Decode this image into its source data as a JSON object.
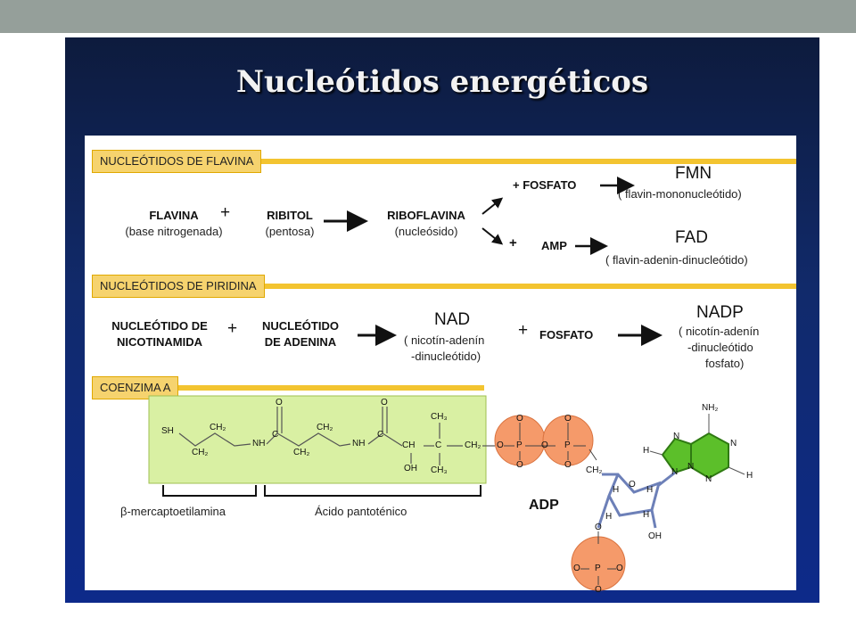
{
  "slide": {
    "title": "Nucleótidos energéticos"
  },
  "flavina": {
    "header": "NUCLEÓTIDOS DE FLAVINA",
    "flavina": "FLAVINA",
    "flavina_sub": "(base nitrogenada)",
    "plus": "+",
    "ribitol": "RIBITOL",
    "ribitol_sub": "(pentosa)",
    "riboflavina": "RIBOFLAVINA",
    "riboflavina_sub": "(nucleósido)",
    "plus_fosfato": "+ FOSFATO",
    "fmn": "FMN",
    "fmn_sub": "( flavin-mononucleótido)",
    "plus2": "+",
    "amp": "AMP",
    "fad": "FAD",
    "fad_sub": "( flavin-adenin-dinucleótido)"
  },
  "piridina": {
    "header": "NUCLEÓTIDOS DE PIRIDINA",
    "nic_line1": "NUCLEÓTIDO DE",
    "nic_line2": "NICOTINAMIDA",
    "plus": "+",
    "ade_line1": "NUCLEÓTIDO",
    "ade_line2": "DE ADENINA",
    "nad": "NAD",
    "nad_sub1": "( nicotín-adenín",
    "nad_sub2": "-dinucleótido)",
    "plus2": "+",
    "fosfato": "FOSFATO",
    "nadp": "NADP",
    "nadp_sub1": "( nicotín-adenín",
    "nadp_sub2": "-dinucleótido",
    "nadp_sub3": "fosfato)"
  },
  "coenzima": {
    "header": "COENZIMA A",
    "sh": "SH",
    "ch2_a": "CH₂",
    "ch2_b": "CH₂",
    "nh_a": "NH",
    "c_a": "C",
    "o_a": "O",
    "ch2_c": "CH₂",
    "ch2_d": "CH₂",
    "nh_b": "NH",
    "c_b": "C",
    "o_b": "O",
    "ch": "CH",
    "oh": "OH",
    "c_center": "C",
    "ch3_top": "CH₃",
    "ch3_bottom": "CH₃",
    "ch2_link": "CH₂",
    "o_ring": "O",
    "p1": "P",
    "p2": "P",
    "o1": "O",
    "o2": "O",
    "o3": "O",
    "o4": "O",
    "ch2_sugar": "CH₂",
    "o_sugar": "O",
    "h1": "H",
    "h2": "H",
    "h3": "H",
    "h4": "H",
    "oh_sugar": "OH",
    "nh2": "NH₂",
    "n1": "N",
    "n2": "N",
    "n3": "N",
    "n4": "N",
    "n5": "N",
    "h_ring1": "H",
    "h_ring2": "H",
    "p3": "P",
    "o5": "O",
    "o6": "O",
    "o7": "O",
    "o8": "O",
    "mercapto": "β-mercaptoetilamina",
    "pantotenico": "Ácido pantoténico",
    "adp": "ADP"
  },
  "colors": {
    "section_yellow": "#f3c430",
    "coenzyme_green": "#d9f0a3",
    "phosphate_orange": "#f59a6a",
    "adenine_green": "#5cbf2a",
    "sugar_blue": "#6d80b8"
  }
}
